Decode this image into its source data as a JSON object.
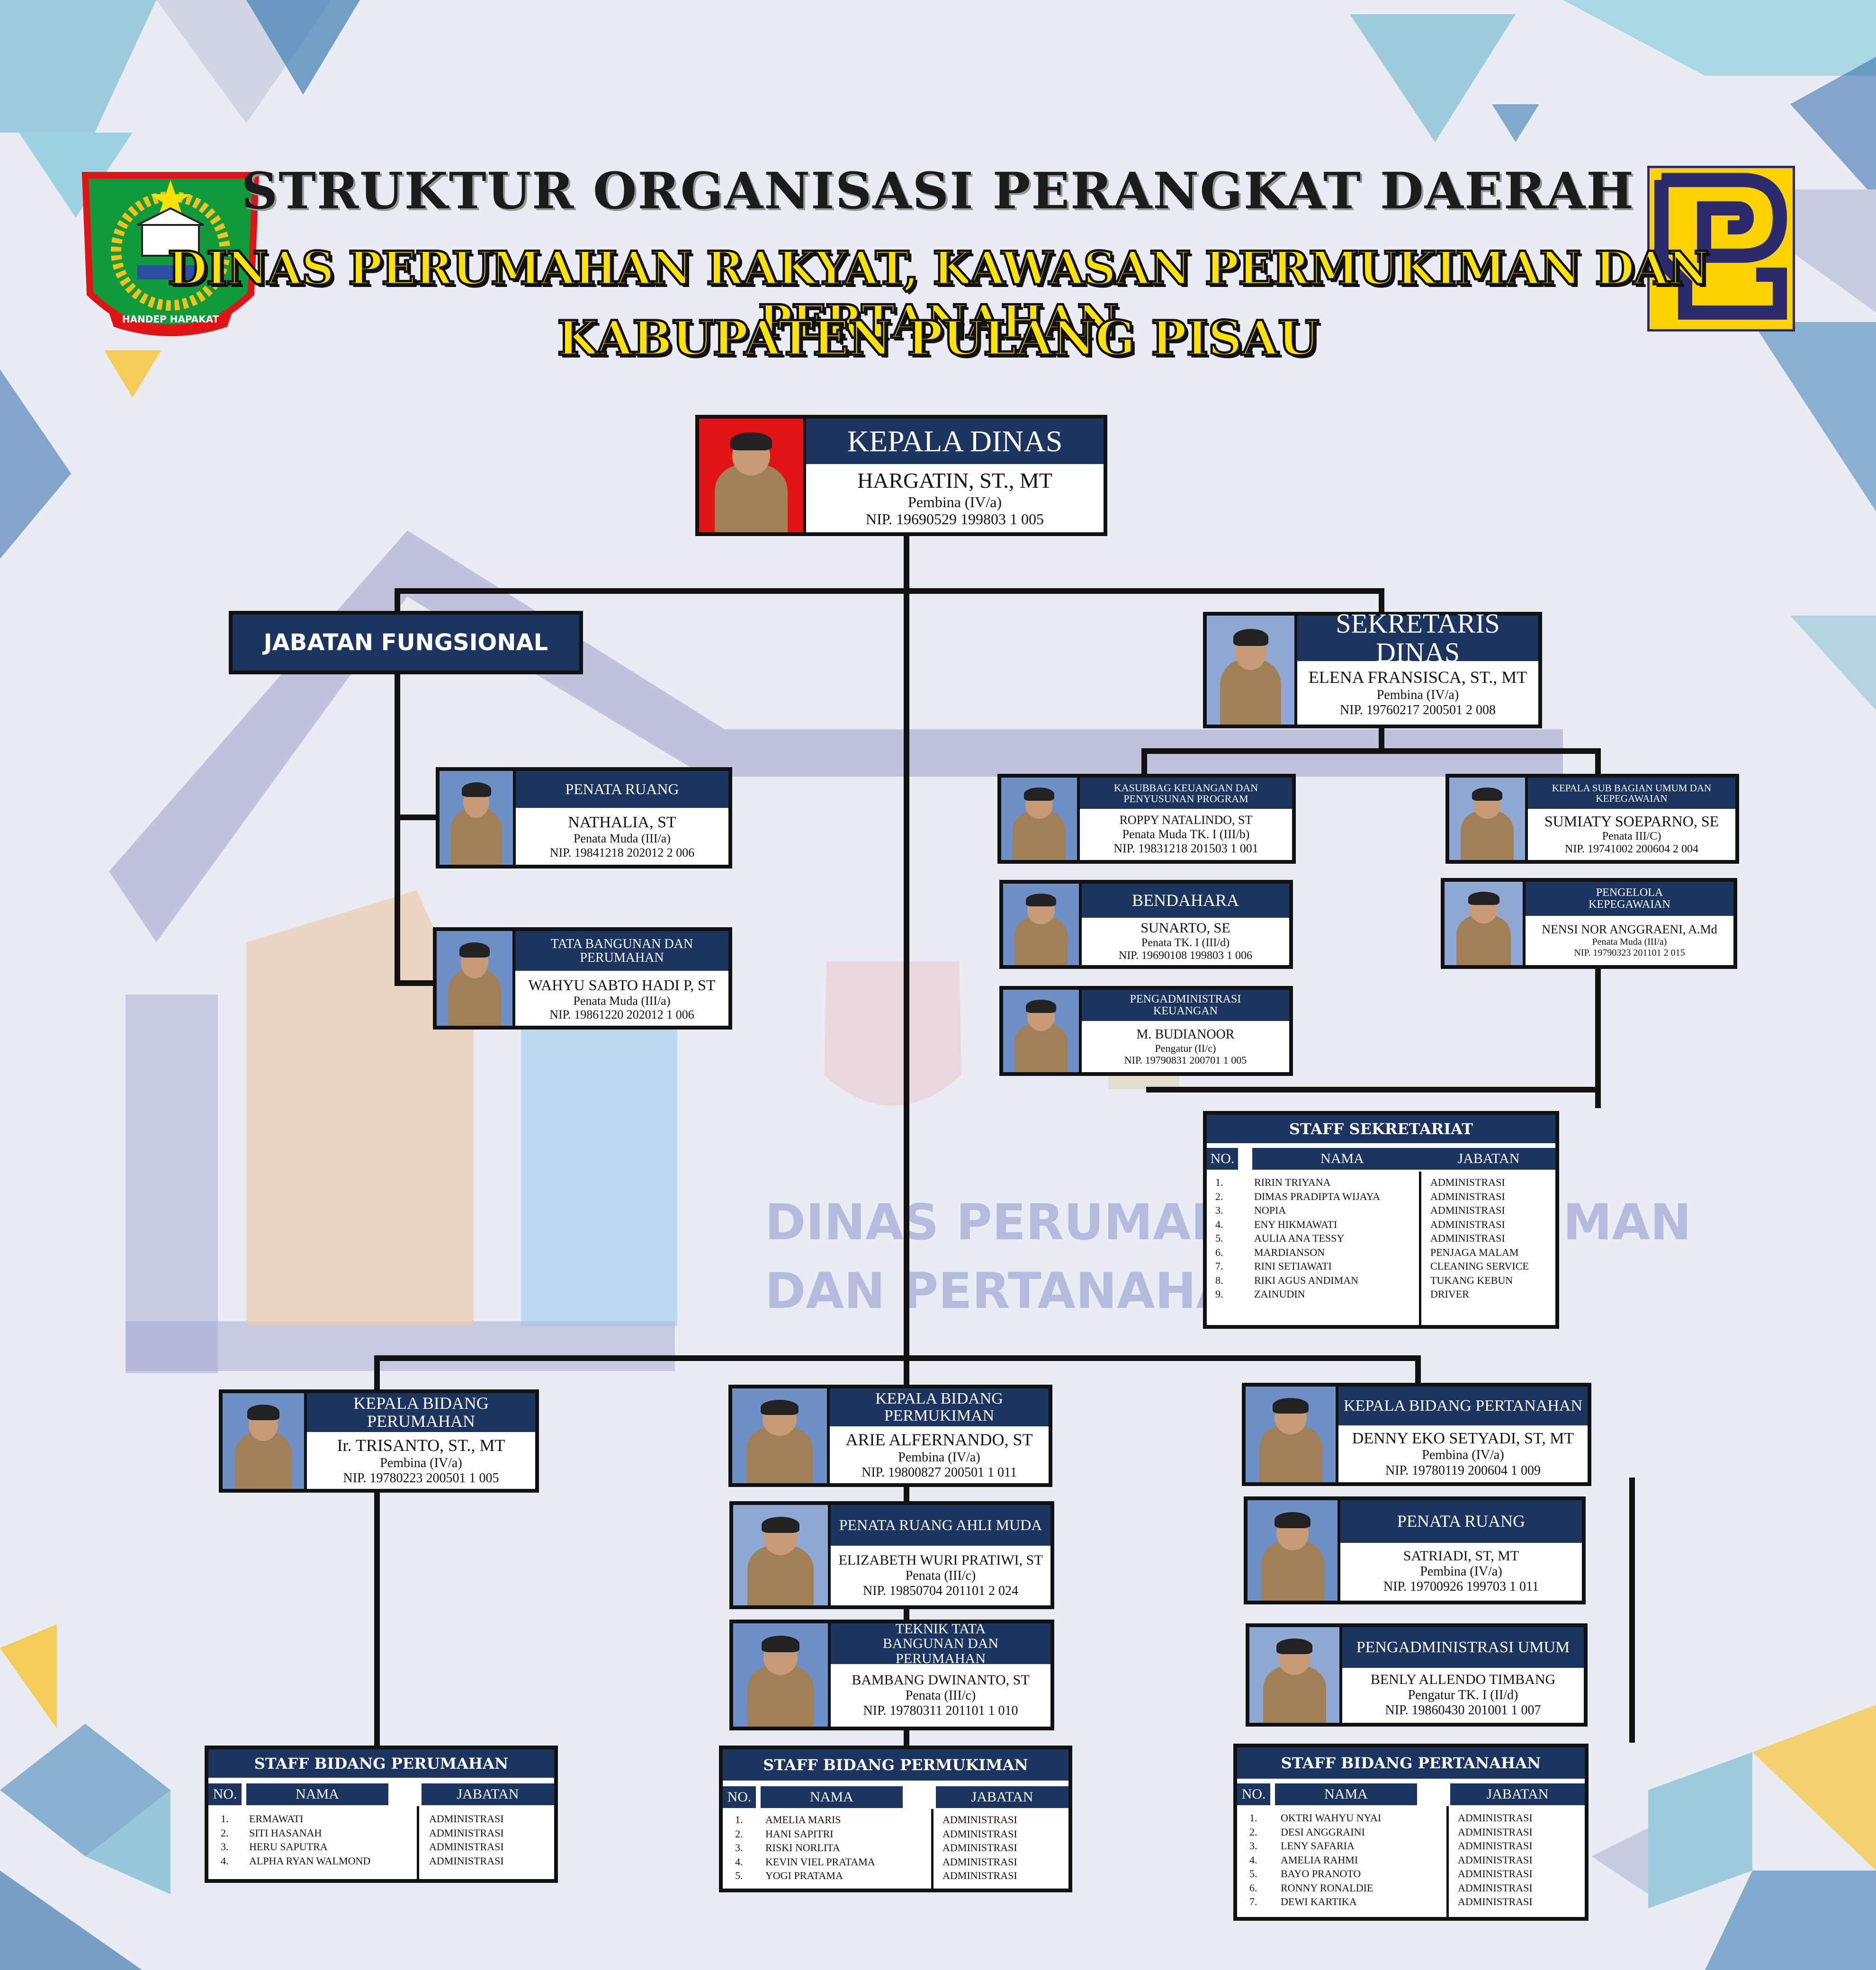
{
  "header": {
    "title": "STRUKTUR ORGANISASI PERANGKAT DAERAH",
    "subtitle": "DINAS PERUMAHAN RAKYAT, KAWASAN PERMUKIMAN DAN PERTANAHAN",
    "region": "KABUPATEN PULANG PISAU",
    "left_logo_text": "HANDEP HAPAKAT"
  },
  "watermark": {
    "line1": "DINAS PERUMAHAN RAKYAT",
    "line1b": "MAN",
    "line2": "DAN PERTANAHAN KABUPA"
  },
  "kepala_dinas": {
    "title": "KEPALA DINAS",
    "name": "HARGATIN, ST., MT",
    "rank": "Pembina (IV/a)",
    "nip": "NIP. 19690529 199803 1 005"
  },
  "jabatan_fungsional": {
    "label": "JABATAN FUNGSIONAL"
  },
  "penata_ruang_1": {
    "title": "PENATA RUANG",
    "name": "NATHALIA, ST",
    "rank": "Penata Muda (III/a)",
    "nip": "NIP. 19841218 202012 2  006"
  },
  "tata_bangunan_1": {
    "title": "TATA BANGUNAN  DAN PERUMAHAN",
    "name": "WAHYU SABTO HADI P, ST",
    "rank": "Penata Muda (III/a)",
    "nip": "NIP. 19861220 202012 1 006"
  },
  "sekretaris": {
    "title": "SEKRETARIS DINAS",
    "name": "ELENA FRANSISCA, ST., MT",
    "rank": "Pembina (IV/a)",
    "nip": "NIP. 19760217 200501 2 008"
  },
  "kasubbag_keuangan": {
    "title": "KASUBBAG KEUANGAN DAN PENYUSUNAN PROGRAM",
    "name": "ROPPY NATALINDO, ST",
    "rank": "Penata Muda TK. I (III/b)",
    "nip": "NIP. 19831218 201503 1 001"
  },
  "bendahara": {
    "title": "BENDAHARA",
    "name": "SUNARTO, SE",
    "rank": "Penata TK. I (III/d)",
    "nip": "NIP. 19690108 199803 1 006"
  },
  "pengadministrasi_keuangan": {
    "title": "PENGADMINISTRASI KEUANGAN",
    "name": "M. BUDIANOOR",
    "rank": "Pengatur (II/c)",
    "nip": "NIP. 19790831 200701 1 005"
  },
  "kasubbag_umum": {
    "title": "KEPALA SUB BAGIAN UMUM DAN KEPEGAWAIAN",
    "name": "SUMIATY SOEPARNO, SE",
    "rank": "Penata III/C)",
    "nip": "NIP. 19741002 200604 2 004"
  },
  "pengelola_kepegawaian": {
    "title": "PENGELOLA KEPEGAWAIAN",
    "name": "NENSI NOR ANGGRAENI, A.Md",
    "rank": "Penata Muda (III/a)",
    "nip": "NIP. 19790323 201101 2 015"
  },
  "staff_sekretariat": {
    "caption": "STAFF SEKRETARIAT",
    "headers": [
      "NO.",
      "NAMA",
      "JABATAN"
    ],
    "numbers": [
      "1.",
      "2.",
      "3.",
      "4.",
      "5.",
      "6.",
      "7.",
      "8.",
      "9."
    ],
    "names": [
      "RIRIN TRIYANA",
      "DIMAS PRADIPTA WIJAYA",
      "NOPIA",
      "ENY HIKMAWATI",
      "AULIA ANA TESSY",
      "MARDIANSON",
      "RINI SETIAWATI",
      "RIKI AGUS ANDIMAN",
      "ZAINUDIN"
    ],
    "jabatan": [
      "ADMINISTRASI",
      "ADMINISTRASI",
      "ADMINISTRASI",
      "ADMINISTRASI",
      "ADMINISTRASI",
      "PENJAGA MALAM",
      "CLEANING SERVICE",
      "TUKANG KEBUN",
      "DRIVER"
    ]
  },
  "kabid_perumahan": {
    "title": "KEPALA BIDANG PERUMAHAN",
    "name": "Ir. TRISANTO, ST., MT",
    "rank": "Pembina (IV/a)",
    "nip": "NIP. 19780223 200501 1 005"
  },
  "kabid_permukiman": {
    "title": "KEPALA BIDANG PERMUKIMAN",
    "name": "ARIE ALFERNANDO, ST",
    "rank": "Pembina (IV/a)",
    "nip": "NIP. 19800827 200501 1 011"
  },
  "penata_ruang_ahli": {
    "title": "PENATA RUANG AHLI MUDA",
    "name": "ELIZABETH WURI PRATIWI, ST",
    "rank": "Penata (III/c)",
    "nip": "NIP. 19850704 201101 2 024"
  },
  "teknik_tata_bangunan": {
    "title": "TEKNIK TATA BANGUNAN DAN PERUMAHAN",
    "name": "BAMBANG DWINANTO, ST",
    "rank": "Penata (III/c)",
    "nip": "NIP. 19780311 201101 1 010"
  },
  "kabid_pertanahan": {
    "title": "KEPALA BIDANG PERTANAHAN",
    "name": "DENNY  EKO SETYADI, ST, MT",
    "rank": "Pembina (IV/a)",
    "nip": "NIP. 19780119 200604 1 009"
  },
  "penata_ruang_2": {
    "title": "PENATA RUANG",
    "name": "SATRIADI, ST, MT",
    "rank": "Pembina (IV/a)",
    "nip": "NIP. 19700926 199703 1 011"
  },
  "pengadministrasi_umum": {
    "title": "PENGADMINISTRASI UMUM",
    "name": "BENLY ALLENDO TIMBANG",
    "rank": "Pengatur TK. I (II/d)",
    "nip": "NIP. 19860430 201001 1 007"
  },
  "staff_perumahan": {
    "caption": "STAFF BIDANG PERUMAHAN",
    "headers": [
      "NO.",
      "NAMA",
      "JABATAN"
    ],
    "numbers": [
      "1.",
      "2.",
      "3.",
      "4."
    ],
    "names": [
      "ERMAWATI",
      "SITI HASANAH",
      "HERU SAPUTRA",
      "ALPHA RYAN WALMOND"
    ],
    "jabatan": [
      "ADMINISTRASI",
      "ADMINISTRASI",
      "ADMINISTRASI",
      "ADMINISTRASI"
    ]
  },
  "staff_permukiman": {
    "caption": "STAFF BIDANG PERMUKIMAN",
    "headers": [
      "NO.",
      "NAMA",
      "JABATAN"
    ],
    "numbers": [
      "1.",
      "2.",
      "3.",
      "4.",
      "5."
    ],
    "names": [
      "AMELIA MARIS",
      "HANI SAPITRI",
      "RISKI NORLITA",
      "KEVIN VIEL PRATAMA",
      "YOGI PRATAMA"
    ],
    "jabatan": [
      "ADMINISTRASI",
      "ADMINISTRASI",
      "ADMINISTRASI",
      "ADMINISTRASI",
      "ADMINISTRASI"
    ]
  },
  "staff_pertanahan": {
    "caption": "STAFF BIDANG PERTANAHAN",
    "headers": [
      "NO.",
      "NAMA",
      "JABATAN"
    ],
    "numbers": [
      "1.",
      "2.",
      "3.",
      "4.",
      "5.",
      "6.",
      "7."
    ],
    "names": [
      "OKTRI WAHYU NYAI",
      "DESI ANGGRAINI",
      "LENY SAFARIA",
      "AMELIA RAHMI",
      "BAYO PRANOTO",
      "RONNY RONALDIE",
      "DEWI KARTIKA"
    ],
    "jabatan": [
      "ADMINISTRASI",
      "ADMINISTRASI",
      "ADMINISTRASI",
      "ADMINISTRASI",
      "ADMINISTRASI",
      "ADMINISTRASI",
      "ADMINISTRASI"
    ]
  },
  "colors": {
    "navy": "#1c3460",
    "yellow": "#ffe200",
    "background": "#e9ecf3",
    "pu_blue": "#2b2a6e"
  }
}
